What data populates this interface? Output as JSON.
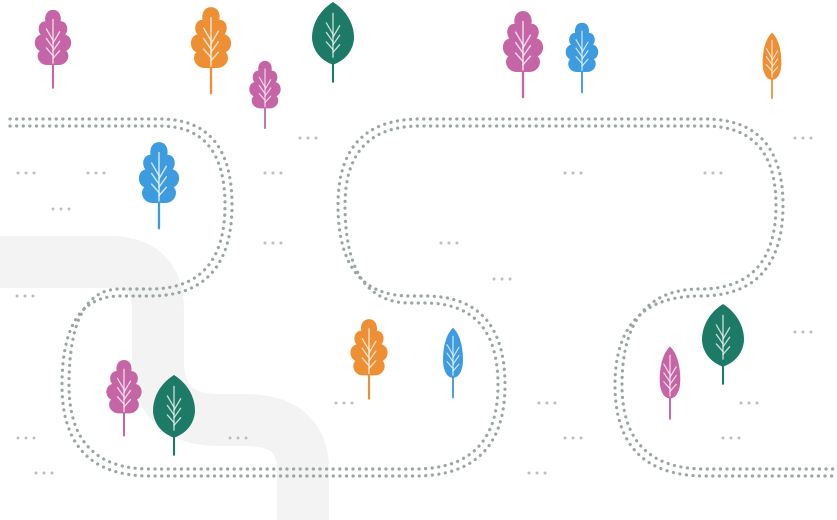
{
  "colors": {
    "background": "#ffffff",
    "road": "#f3f3f3",
    "path_dots": "#9aa6a4",
    "grass_dots": "#b9c1c0",
    "pink": "#c565a5",
    "orange": "#ef8f34",
    "blue": "#3d9be0",
    "green": "#1c7a66",
    "vein_light": "#ffffff"
  },
  "trees": [
    {
      "name": "tree-pink-oak",
      "color": "pink"
    },
    {
      "name": "tree-orange-oak",
      "color": "orange"
    },
    {
      "name": "tree-pink-oak",
      "color": "pink"
    },
    {
      "name": "tree-green-leaf",
      "color": "green"
    },
    {
      "name": "tree-pink-oak",
      "color": "pink"
    },
    {
      "name": "tree-blue-oak",
      "color": "blue"
    },
    {
      "name": "tree-orange-slim",
      "color": "orange"
    },
    {
      "name": "tree-blue-oak",
      "color": "blue"
    },
    {
      "name": "tree-orange-oak",
      "color": "orange"
    },
    {
      "name": "tree-blue-slim",
      "color": "blue"
    },
    {
      "name": "tree-green-leaf",
      "color": "green"
    },
    {
      "name": "tree-pink-slim",
      "color": "pink"
    },
    {
      "name": "tree-pink-oak",
      "color": "pink"
    },
    {
      "name": "tree-green-leaf",
      "color": "green"
    }
  ]
}
